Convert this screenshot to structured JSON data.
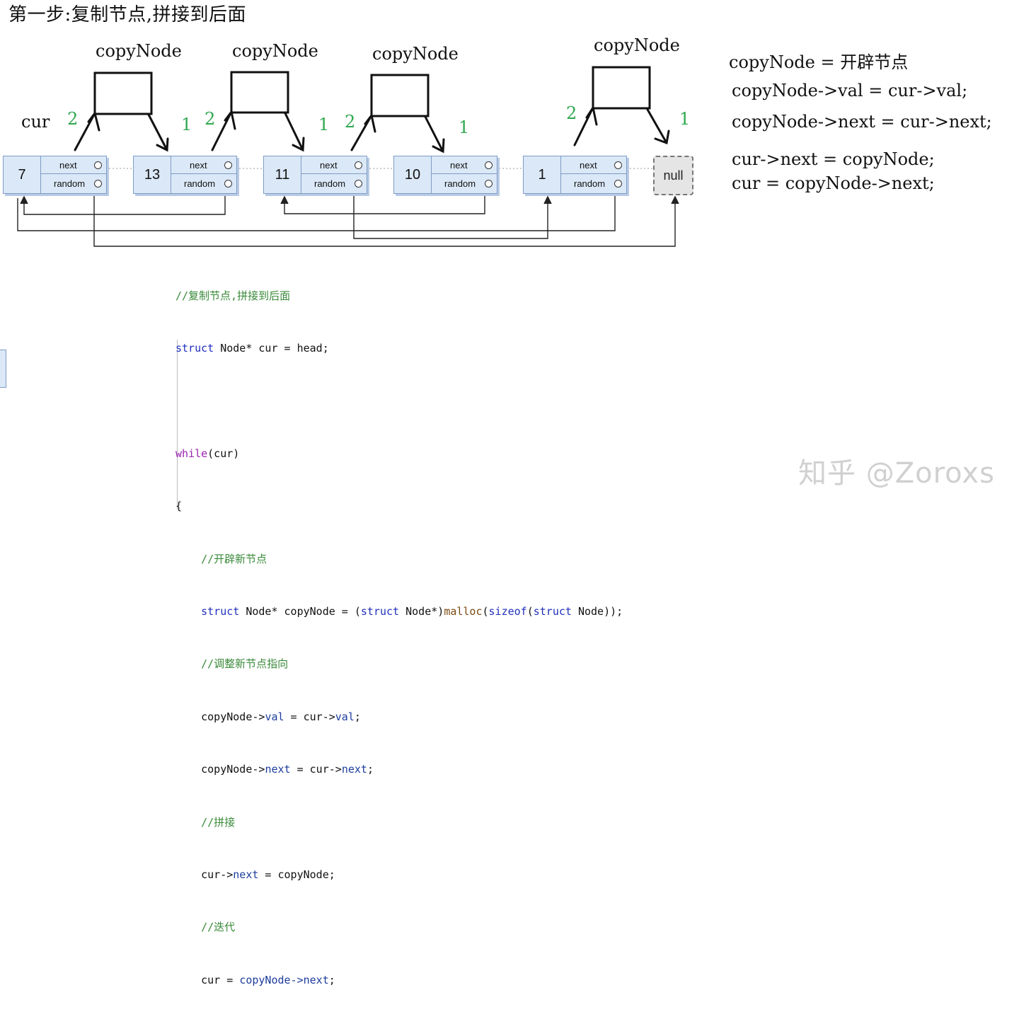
{
  "title": "第一步:复制节点,拼接到后面",
  "cur_label": "cur",
  "copy_labels": [
    "copyNode",
    "copyNode",
    "copyNode",
    "copyNode"
  ],
  "step_numbers": [
    "2",
    "1",
    "2",
    "1",
    "2",
    "1",
    "2",
    "1"
  ],
  "nodes": [
    {
      "value": "7",
      "next": "next",
      "random": "random"
    },
    {
      "value": "13",
      "next": "next",
      "random": "random"
    },
    {
      "value": "11",
      "next": "next",
      "random": "random"
    },
    {
      "value": "10",
      "next": "next",
      "random": "random"
    },
    {
      "value": "1",
      "next": "next",
      "random": "random"
    }
  ],
  "null_label": "null",
  "right_code": [
    "copyNode = 开辟节点",
    "copyNode->val = cur->val;",
    "copyNode->next = cur->next;",
    "cur->next = copyNode;",
    "cur = copyNode->next;"
  ],
  "code": {
    "l1": "//复制节点,拼接到后面",
    "l2_kw": "struct",
    "l2_rest": " Node* cur = head;",
    "l4_kw": "while",
    "l4_rest": "(cur)",
    "l5": "{",
    "l6": "    //开辟新节点",
    "l7_indent": "    ",
    "l7_kw1": "struct",
    "l7_mid1": " Node* copyNode = (",
    "l7_kw2": "struct",
    "l7_mid2": " Node*)",
    "l7_fn": "malloc",
    "l7_p1": "(",
    "l7_kw3": "sizeof",
    "l7_p2": "(",
    "l7_kw4": "struct",
    "l7_end": " Node));",
    "l8": "    //调整新节点指向",
    "l9_a": "    copyNode->",
    "l9_b": "val",
    "l9_c": " = cur->",
    "l9_d": "val",
    "l9_e": ";",
    "l10_a": "    copyNode->",
    "l10_b": "next",
    "l10_c": " = cur->",
    "l10_d": "next",
    "l10_e": ";",
    "l11": "    //拼接",
    "l12_a": "    cur->",
    "l12_b": "next",
    "l12_c": " = copyNode;",
    "l13": "    //迭代",
    "l14_a": "    cur = ",
    "l14_b": "copyNode->",
    "l14_c": "next",
    "l14_d": ";",
    "l15": "}"
  },
  "watermark": "知乎 @Zoroxs",
  "colors": {
    "node_fill": "#dbe8f7",
    "node_border": "#7e9bc4",
    "number_green": "#2fa84f",
    "comment": "#3a8a3a",
    "keyword": "#1f2fbd"
  }
}
